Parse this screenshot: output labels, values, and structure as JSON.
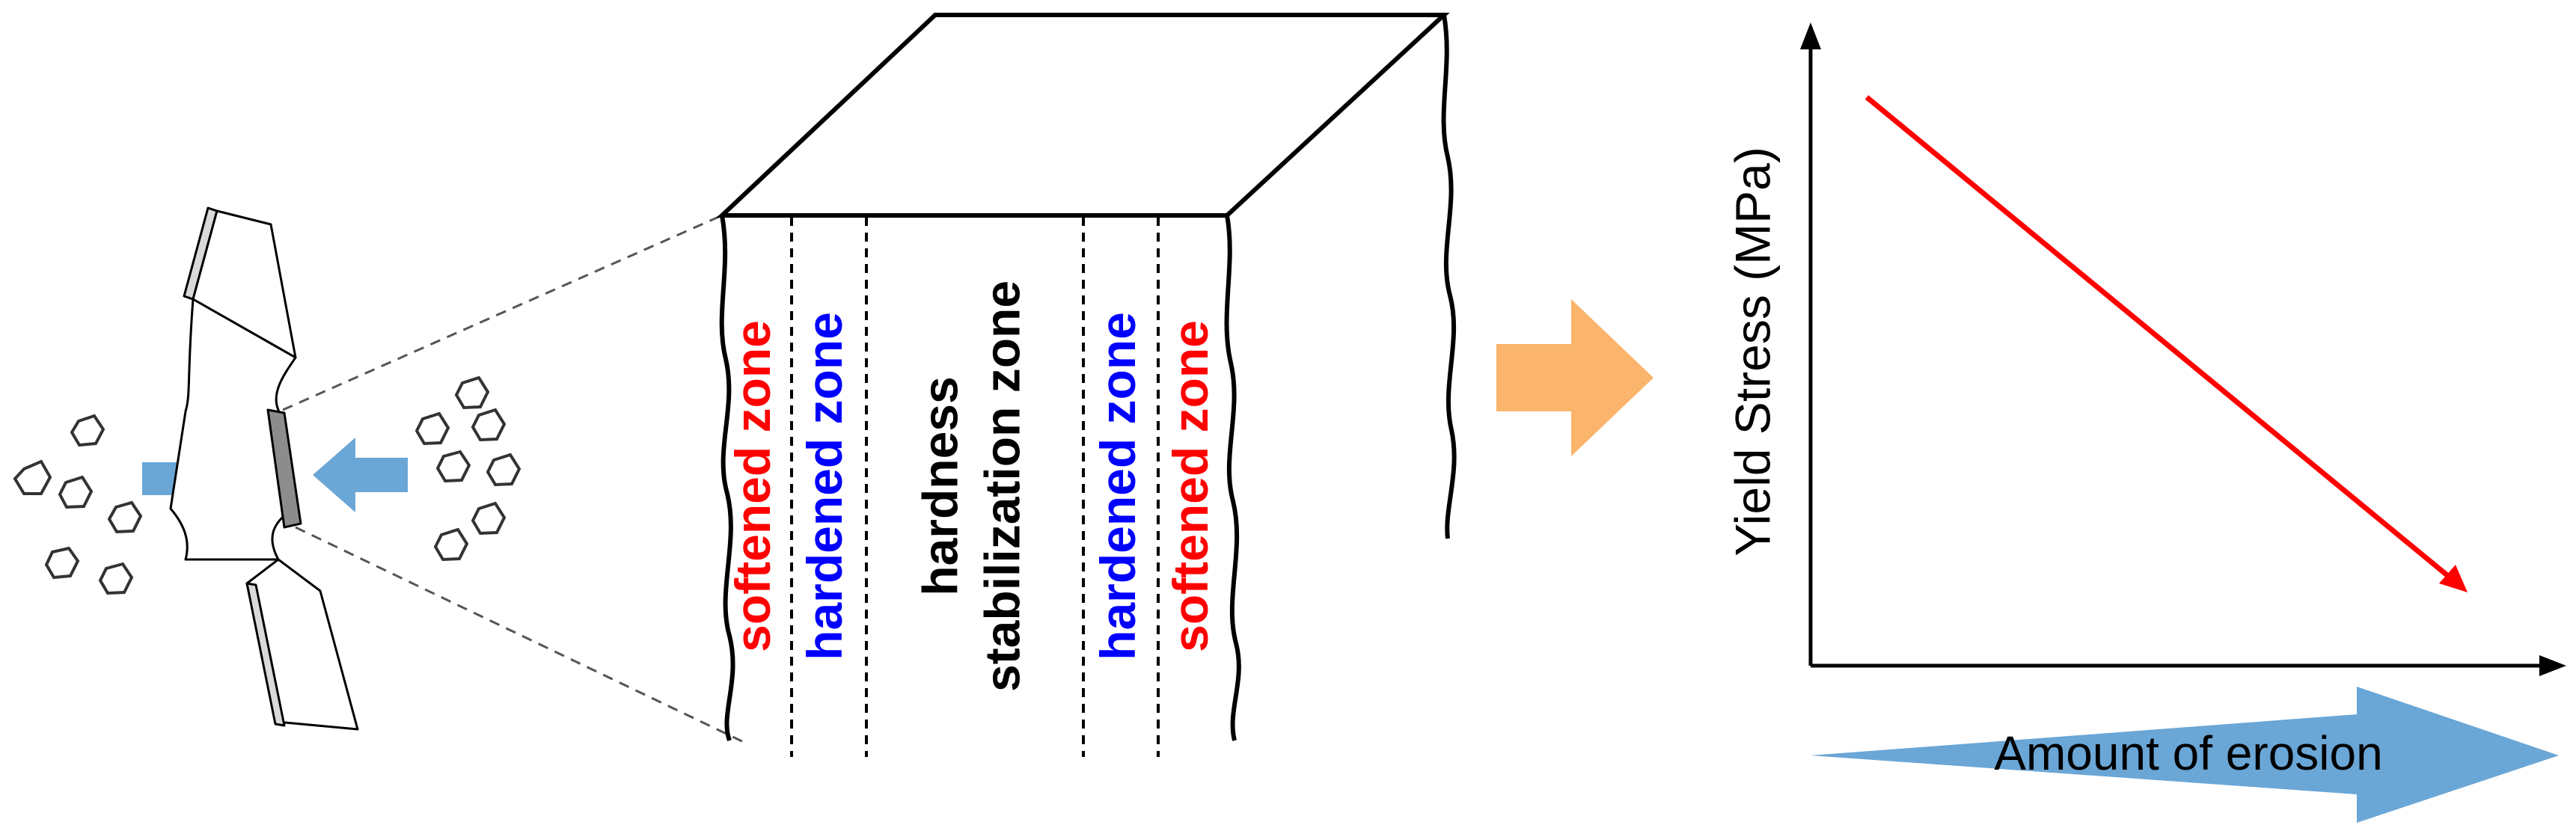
{
  "labels": {
    "zones": [
      {
        "id": "softened-left",
        "first": "softened",
        "second": "zone"
      },
      {
        "id": "hardened-left",
        "first": "hardened",
        "second": "zone"
      },
      {
        "id": "hardened-right",
        "first": "hardened",
        "second": "zone"
      },
      {
        "id": "softened-right",
        "first": "softened",
        "second": "zone"
      }
    ],
    "stabilization_line1": "hardness",
    "stabilization_line2": "stabilization zone",
    "y_axis_title": "Yield Stress (MPa)",
    "erosion_arrow_label": "Amount of erosion"
  },
  "colors": {
    "softened": "#ff0000",
    "hardened": "#0000ff",
    "neutral": "#000000",
    "impact_arrow": "#6aa6d6",
    "result_arrow": "#fbb46b",
    "trend_line": "#ff0000",
    "erosion_arrow": "#6aa6d6"
  },
  "icons": [
    "particle-icon",
    "impact-arrow-icon",
    "tensile-specimen-icon",
    "result-arrow-icon"
  ]
}
